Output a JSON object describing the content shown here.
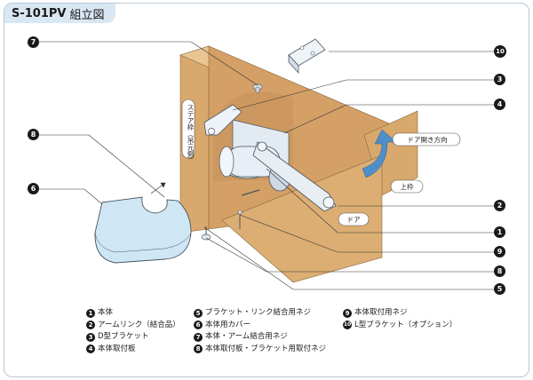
{
  "title": {
    "model": "S-101PV",
    "kind": "組立図"
  },
  "callout_numbers": [
    "7",
    "8",
    "6",
    "10",
    "3",
    "4",
    "2",
    "1",
    "9",
    "8",
    "5"
  ],
  "labels": {
    "frame_vertical": "ステア枠（吊元側）",
    "door_open_direction": "ドア開き方向",
    "upper_frame": "上枠",
    "door": "ドア"
  },
  "legend": [
    {
      "n": "1",
      "text": "本体"
    },
    {
      "n": "2",
      "text": "アームリンク（結合品）"
    },
    {
      "n": "3",
      "text": "D型ブラケット"
    },
    {
      "n": "4",
      "text": "本体取付板"
    },
    {
      "n": "5",
      "text": "ブラケット・リンク結合用ネジ"
    },
    {
      "n": "6",
      "text": "本体用カバー"
    },
    {
      "n": "7",
      "text": "本体・アーム結合用ネジ"
    },
    {
      "n": "8",
      "text": "本体取付板・ブラケット用取付ネジ"
    },
    {
      "n": "9",
      "text": "本体取付用ネジ"
    },
    {
      "n": "10",
      "text": "L型ブラケット（オプション）"
    }
  ],
  "colors": {
    "wood": "#d9a86c",
    "wood_dark": "#c4915a",
    "wood_light": "#e8c593",
    "metal": "#d9e4ee",
    "cover": "#cfe6f5",
    "arrow": "#4f8fc9",
    "accent_bg": "#d9e7f3"
  }
}
